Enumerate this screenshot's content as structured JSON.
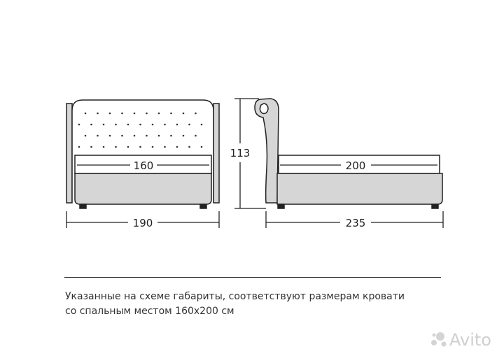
{
  "diagram": {
    "front_view": {
      "width_label": "160",
      "overall_width_label": "190"
    },
    "side_view": {
      "height_label": "113",
      "length_label": "200",
      "overall_length_label": "235"
    }
  },
  "caption": {
    "line1": "Указанные на схеме габариты, соответствуют размерам кровати",
    "line2": "со спальным местом 160х200 см"
  },
  "watermark": {
    "text": "Avito"
  }
}
